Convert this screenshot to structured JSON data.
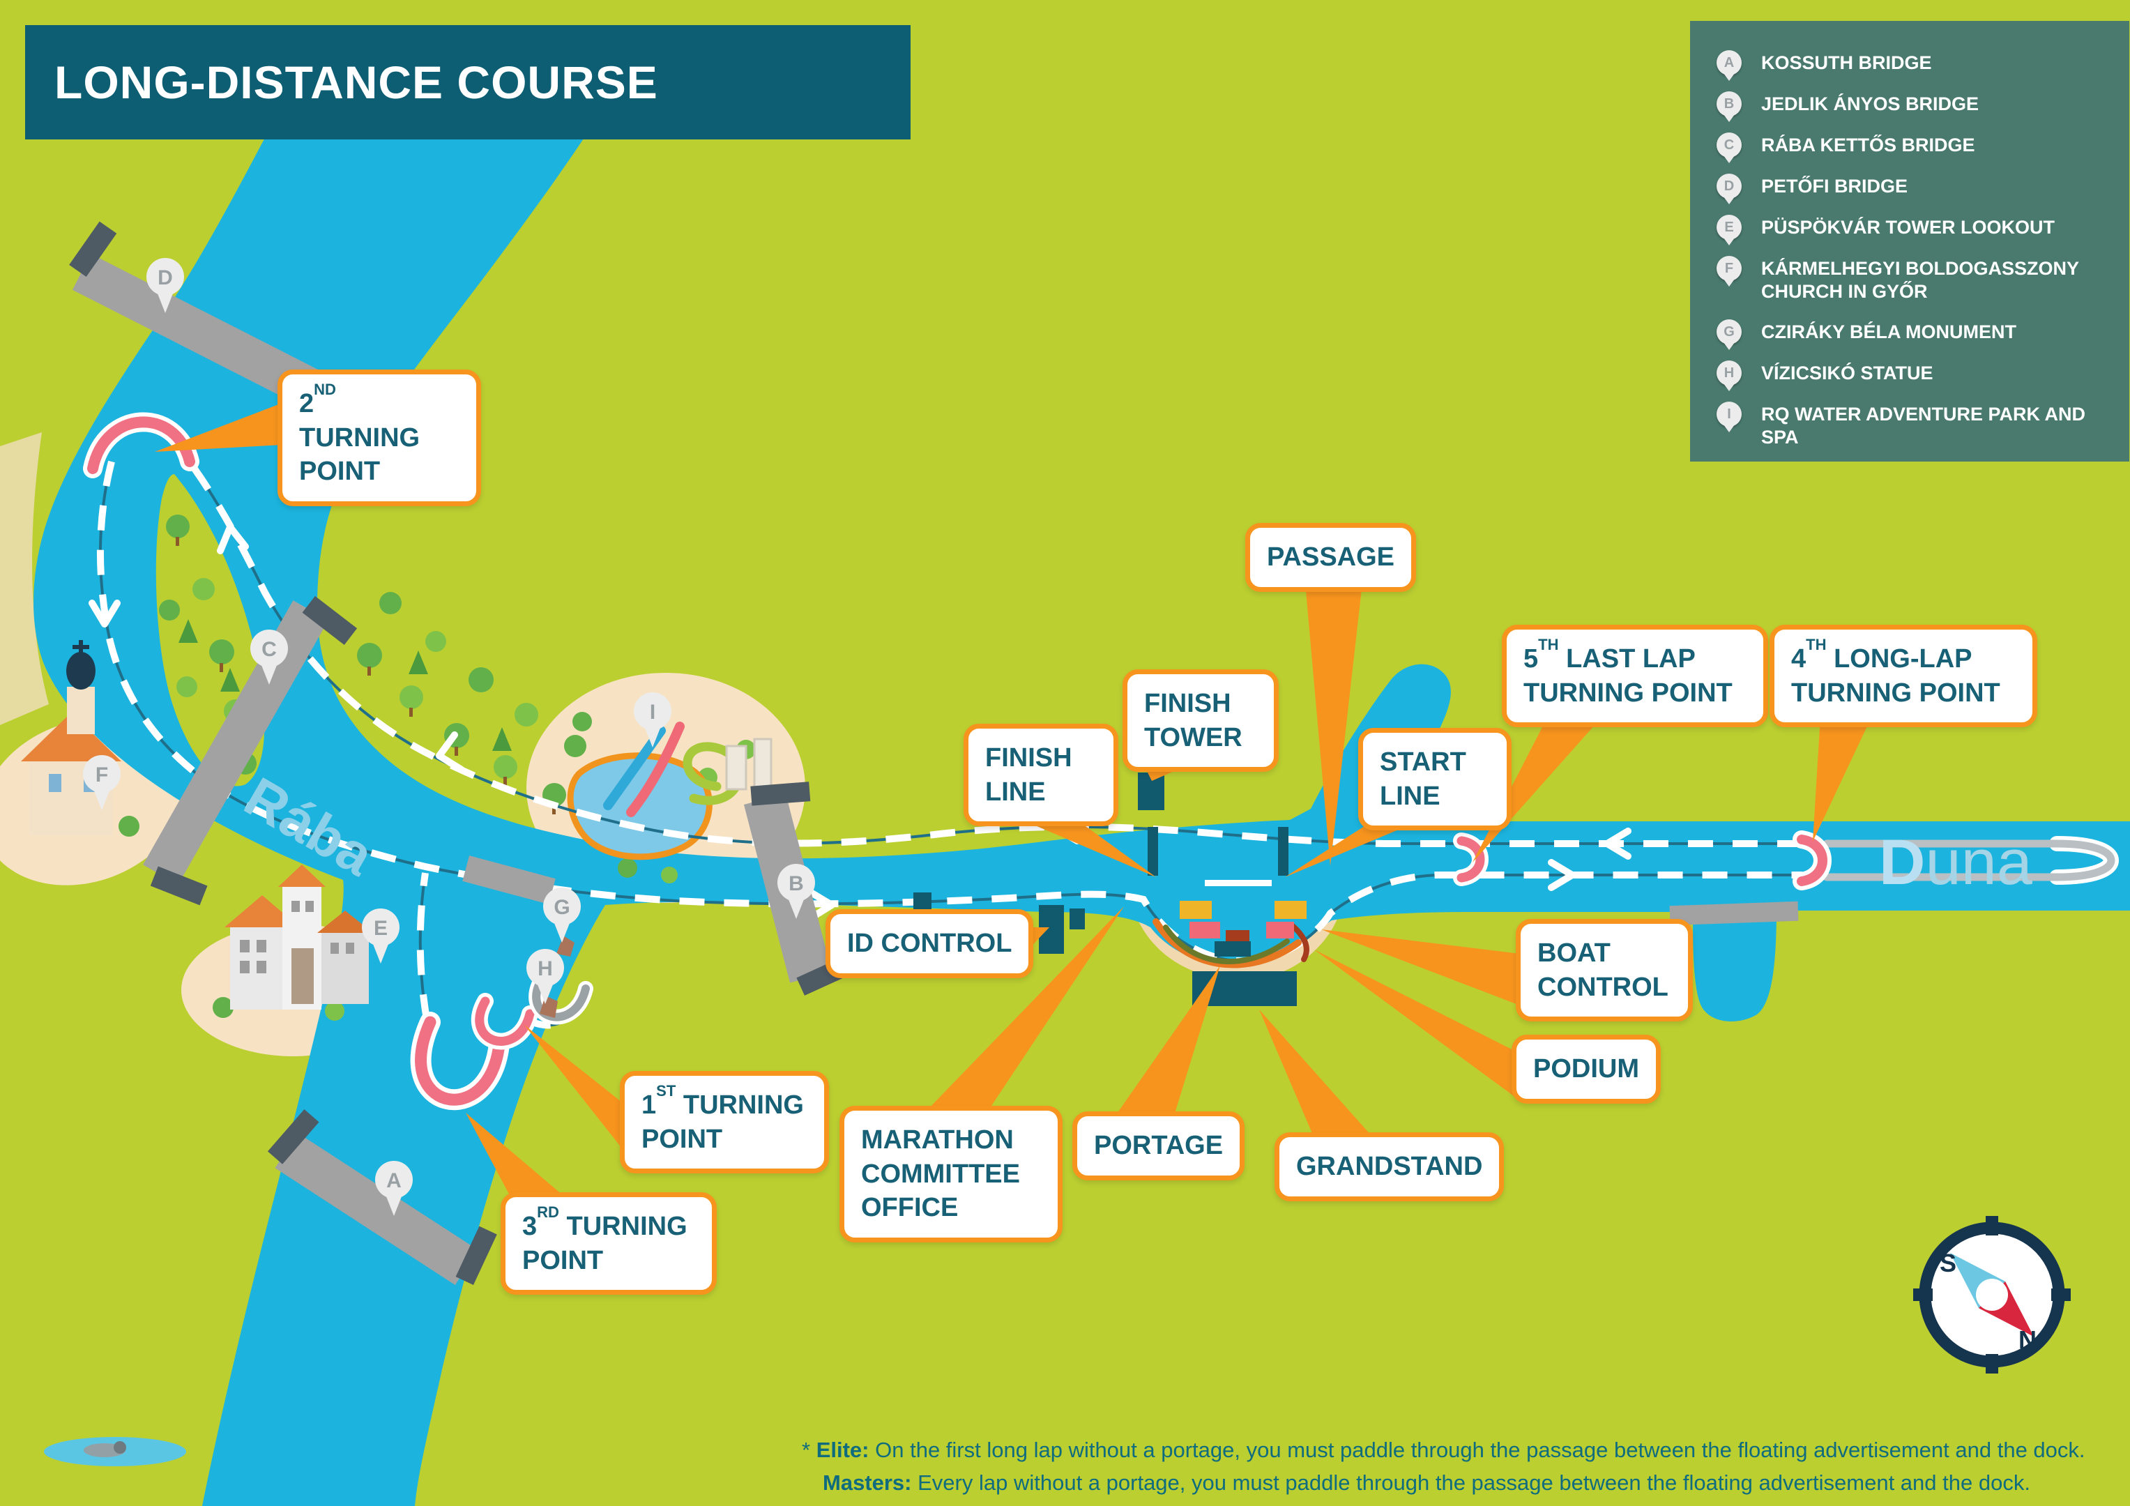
{
  "title": "LONG-DISTANCE COURSE",
  "legend": {
    "items": [
      {
        "letter": "A",
        "label": "KOSSUTH BRIDGE"
      },
      {
        "letter": "B",
        "label": "JEDLIK ÁNYOS BRIDGE"
      },
      {
        "letter": "C",
        "label": "RÁBA KETTŐS BRIDGE"
      },
      {
        "letter": "D",
        "label": "PETŐFI BRIDGE"
      },
      {
        "letter": "E",
        "label": "PÜSPÖKVÁR TOWER LOOKOUT"
      },
      {
        "letter": "F",
        "label": "KÁRMELHEGYI BOLDOGASSZONY CHURCH IN GYŐR"
      },
      {
        "letter": "G",
        "label": "CZIRÁKY BÉLA MONUMENT"
      },
      {
        "letter": "H",
        "label": "VÍZICSIKÓ STATUE"
      },
      {
        "letter": "I",
        "label": "RQ WATER ADVENTURE PARK AND SPA"
      }
    ]
  },
  "map": {
    "river_labels": {
      "raba": "Rába",
      "duna_initial": "D",
      "duna_rest": "una"
    }
  },
  "callouts": {
    "turn2": {
      "num": "2",
      "ord": "ND",
      "rest": " TURNING POINT"
    },
    "passage": {
      "label": "PASSAGE"
    },
    "finish_tower": {
      "label": "FINISH TOWER"
    },
    "finish_line": {
      "label": "FINISH LINE"
    },
    "start_line": {
      "label": "START LINE"
    },
    "turn5": {
      "num": "5",
      "ord": "TH",
      "rest": " LAST LAP TURNING POINT"
    },
    "turn4": {
      "num": "4",
      "ord": "TH",
      "rest": " LONG-LAP TURNING POINT"
    },
    "id_control": {
      "label": "ID CONTROL"
    },
    "boat_control": {
      "label": "BOAT CONTROL"
    },
    "podium": {
      "label": "PODIUM"
    },
    "marathon_office": {
      "label": "MARATHON COMMITTEE OFFICE"
    },
    "portage": {
      "label": "PORTAGE"
    },
    "grandstand": {
      "label": "GRANDSTAND"
    },
    "turn1": {
      "num": "1",
      "ord": "ST",
      "rest": " TURNING POINT"
    },
    "turn3": {
      "num": "3",
      "ord": "RD",
      "rest": " TURNING POINT"
    }
  },
  "compass": {
    "south": "S",
    "north": "N"
  },
  "footnote": {
    "star": "*",
    "elite_label": "Elite:",
    "elite_text": "On the first long lap without a portage, you must paddle through the passage between the floating advertisement and the dock.",
    "masters_label": "Masters:",
    "masters_text": "Every lap without a portage, you must paddle through the passage between the floating advertisement and the dock."
  },
  "colors": {
    "background": "#bccf31",
    "river": "#1cb4de",
    "banner": "#0d5e73",
    "legend_bg": "#4a7a6e",
    "callout_border": "#f7941e",
    "callout_text": "#176075",
    "turn_marker": "#ef7183",
    "bridge": "#a2a2a2",
    "sand": "#f7e3c4",
    "footnote_text": "#0e6c7e"
  }
}
